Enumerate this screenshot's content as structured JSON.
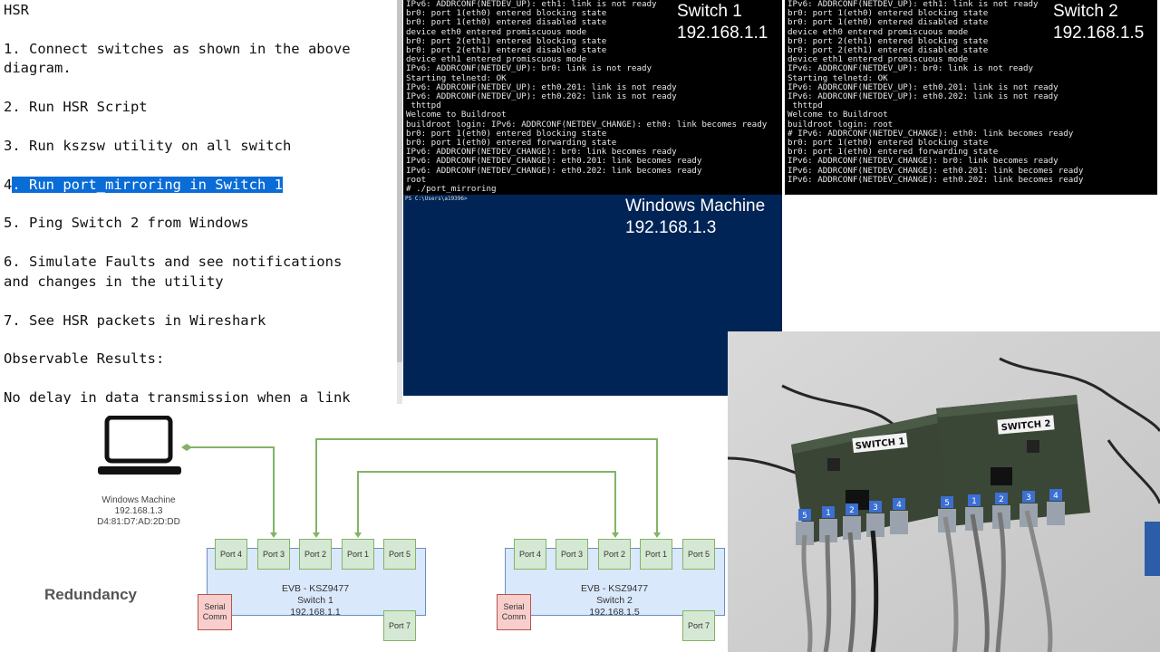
{
  "notes": {
    "title": "HSR",
    "steps": [
      "1. Connect switches as shown in the above",
      "diagram.",
      "2. Run HSR Script",
      "3. Run kszsw utility on all switch",
      "4",
      ". Run port_mirroring in Switch 1",
      "5. Ping Switch 2 from Windows",
      "6. Simulate Faults and see notifications",
      "and changes in the utility",
      "7. See HSR packets in Wireshark",
      "Observable Results:",
      "No delay in data transmission when a link"
    ]
  },
  "switch1_terminal": {
    "label": "Switch 1",
    "ip": "192.168.1.1",
    "lines": [
      "IPv6: ADDRCONF(NETDEV_UP): eth1: link is not ready",
      "br0: port 1(eth0) entered blocking state",
      "br0: port 1(eth0) entered disabled state",
      "device eth0 entered promiscuous mode",
      "br0: port 2(eth1) entered blocking state",
      "br0: port 2(eth1) entered disabled state",
      "device eth1 entered promiscuous mode",
      "IPv6: ADDRCONF(NETDEV_UP): br0: link is not ready",
      "Starting telnetd: OK",
      "IPv6: ADDRCONF(NETDEV_UP): eth0.201: link is not ready",
      "IPv6: ADDRCONF(NETDEV_UP): eth0.202: link is not ready",
      " thttpd",
      "Welcome to Buildroot",
      "buildroot login: IPv6: ADDRCONF(NETDEV_CHANGE): eth0: link becomes ready",
      "br0: port 1(eth0) entered blocking state",
      "br0: port 1(eth0) entered forwarding state",
      "IPv6: ADDRCONF(NETDEV_CHANGE): br0: link becomes ready",
      "IPv6: ADDRCONF(NETDEV_CHANGE): eth0.201: link becomes ready",
      "IPv6: ADDRCONF(NETDEV_CHANGE): eth0.202: link becomes ready",
      "root",
      "# ./port_mirroring"
    ]
  },
  "switch2_terminal": {
    "label": "Switch 2",
    "ip": "192.168.1.5",
    "lines": [
      "IPv6: ADDRCONF(NETDEV_UP): eth1: link is not ready",
      "br0: port 1(eth0) entered blocking state",
      "br0: port 1(eth0) entered disabled state",
      "device eth0 entered promiscuous mode",
      "br0: port 2(eth1) entered blocking state",
      "br0: port 2(eth1) entered disabled state",
      "device eth1 entered promiscuous mode",
      "IPv6: ADDRCONF(NETDEV_UP): br0: link is not ready",
      "Starting telnetd: OK",
      "IPv6: ADDRCONF(NETDEV_UP): eth0.201: link is not ready",
      "IPv6: ADDRCONF(NETDEV_UP): eth0.202: link is not ready",
      " thttpd",
      "Welcome to Buildroot",
      "buildroot login: root",
      "# IPv6: ADDRCONF(NETDEV_CHANGE): eth0: link becomes ready",
      "br0: port 1(eth0) entered blocking state",
      "br0: port 1(eth0) entered forwarding state",
      "IPv6: ADDRCONF(NETDEV_CHANGE): br0: link becomes ready",
      "IPv6: ADDRCONF(NETDEV_CHANGE): eth0.201: link becomes ready",
      "IPv6: ADDRCONF(NETDEV_CHANGE): eth0.202: link becomes ready"
    ]
  },
  "windows_terminal": {
    "label": "Windows Machine",
    "ip": "192.168.1.3",
    "prompt": "PS C:\\Users\\a19396>"
  },
  "diagram": {
    "laptop_title": "Windows Machine",
    "laptop_ip": "192.168.1.3",
    "laptop_mac": "D4:81:D7:AD:2D:DD",
    "section_label": "Redundancy",
    "switch1": {
      "ports": [
        "Port 4",
        "Port 3",
        "Port 2",
        "Port 1",
        "Port 5"
      ],
      "port_bottom": "Port 7",
      "serial": "Serial Comm",
      "model": "EVB - KSZ9477",
      "name": "Switch 1",
      "ip": "192.168.1.1"
    },
    "switch2": {
      "ports": [
        "Port 4",
        "Port 3",
        "Port 2",
        "Port 1",
        "Port 5"
      ],
      "port_bottom": "Port 7",
      "serial": "Serial Comm",
      "model": "EVB - KSZ9477",
      "name": "Switch 2",
      "ip": "192.168.1.5"
    }
  },
  "photo": {
    "board1_label": "SWITCH 1",
    "board2_label": "SWITCH 2",
    "board1_ports": [
      "5",
      "1",
      "2",
      "3",
      "4"
    ],
    "board2_ports": [
      "5",
      "1",
      "2",
      "3",
      "4"
    ]
  },
  "colors": {
    "selection": "#0a6cd6",
    "powershell_bg": "#012456",
    "port_fill": "#d5e8d4",
    "evb_fill": "#dae8fc",
    "serial_fill": "#f8cecc"
  }
}
